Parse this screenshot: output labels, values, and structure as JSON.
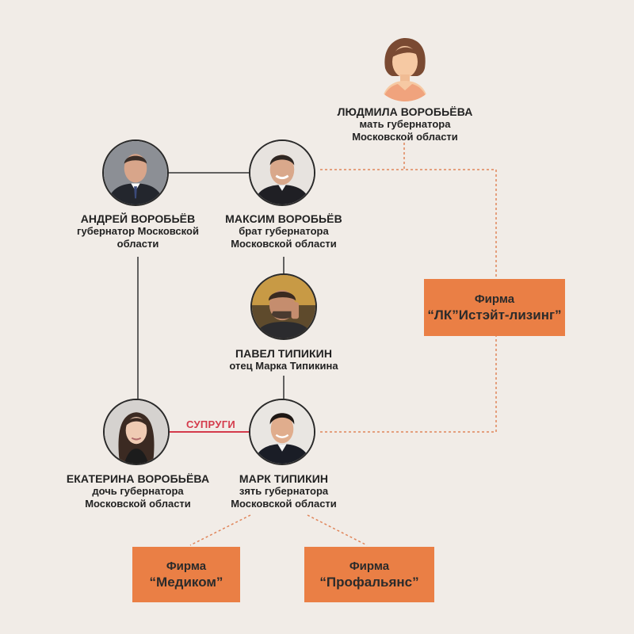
{
  "people": {
    "lyudmila": {
      "name": "ЛЮДМИЛА ВОРОБЬЁВА",
      "role_line1": "мать губернатора",
      "role_line2": "Московской области",
      "portrait": "female-silhouette-icon"
    },
    "andrey": {
      "name": "АНДРЕЙ ВОРОБЬЁВ",
      "role_line1": "губернатор Московской",
      "role_line2": "области",
      "portrait": "man-in-suit-photo"
    },
    "maksim": {
      "name": "МАКСИМ ВОРОБЬЁВ",
      "role_line1": "брат губернатора",
      "role_line2": "Московской области",
      "portrait": "smiling-man-photo"
    },
    "pavel": {
      "name": "ПАВЕЛ ТИПИКИН",
      "role_line1": "отец Марка Типикина",
      "role_line2": "",
      "portrait": "man-on-phone-photo"
    },
    "ekaterina": {
      "name": "ЕКАТЕРИНА ВОРОБЬЁВА",
      "role_line1": "дочь губернатора",
      "role_line2": "Московской области",
      "portrait": "young-woman-photo"
    },
    "mark": {
      "name": "МАРК ТИПИКИН",
      "role_line1": "зять губернатора",
      "role_line2": "Московской области",
      "portrait": "young-man-photo"
    }
  },
  "relations": {
    "spouses_label": "СУПРУГИ"
  },
  "firms": {
    "lk": {
      "line1": "Фирма",
      "line2": "“ЛК”Истэйт-лизинг”"
    },
    "medikom": {
      "line1": "Фирма",
      "line2": "“Медиком”"
    },
    "profalyans": {
      "line1": "Фирма",
      "line2": "“Профальянс”"
    }
  },
  "colors": {
    "background": "#f1ece7",
    "firm_box": "#ea7f45",
    "dotted_link": "#e0855a",
    "spouse_link": "#d43a4b",
    "solid_link": "#333333"
  }
}
